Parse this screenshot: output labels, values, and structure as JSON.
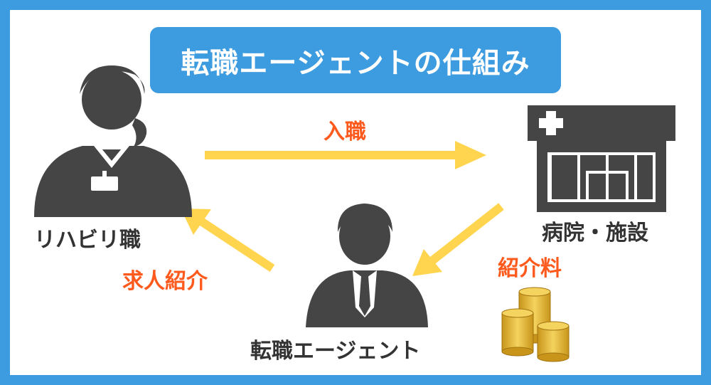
{
  "title": "転職エージェントの仕組み",
  "nodes": {
    "rehab": "リハビリ職",
    "hospital": "病院・施設",
    "agent": "転職エージェント"
  },
  "edges": {
    "hire": "入職",
    "referral": "求人紹介",
    "fee": "紹介料"
  },
  "colors": {
    "frame": "#3d9be0",
    "arrow": "#ffd54f",
    "accent_text": "#ff5a1e",
    "figure": "#454545",
    "coin": "#e6b422"
  }
}
